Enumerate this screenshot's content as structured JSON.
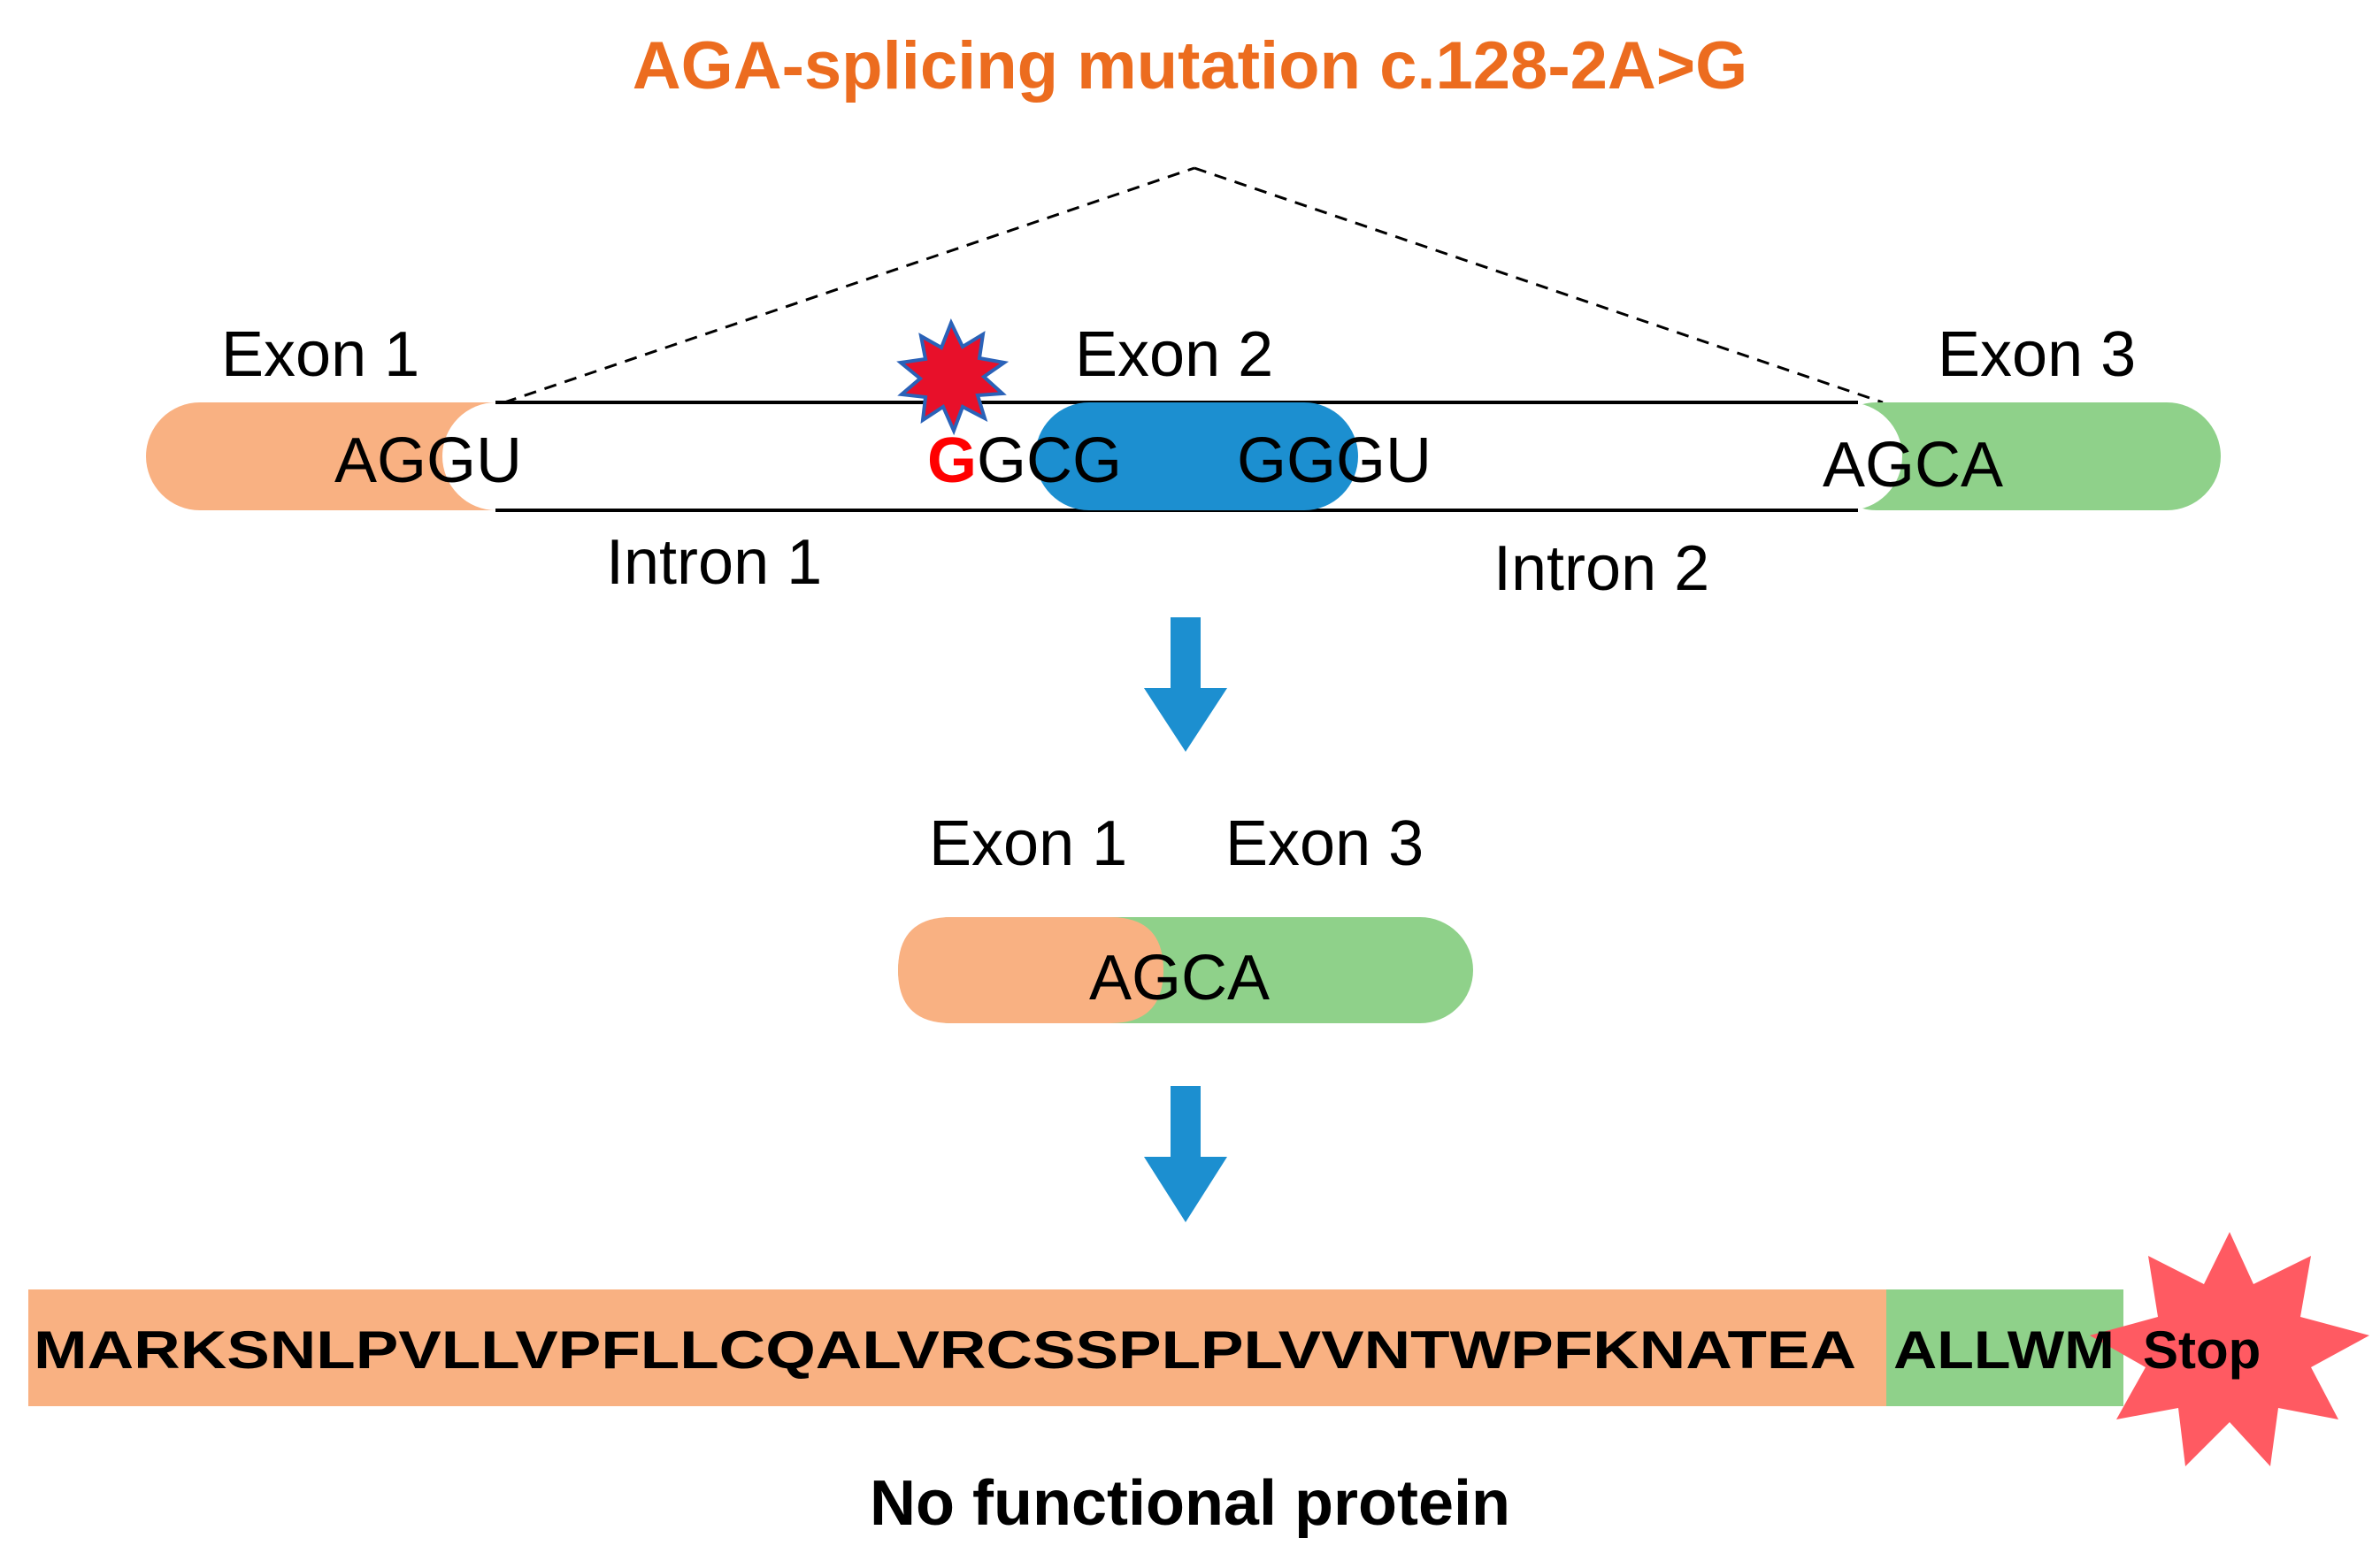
{
  "title": "AGA-splicing mutation c.128-2A>G",
  "premrna": {
    "exon1_label": "Exon 1",
    "exon2_label": "Exon 2",
    "exon3_label": "Exon 3",
    "intron1_label": "Intron 1",
    "intron2_label": "Intron 2",
    "exon1_seq_a": "AG",
    "exon1_seq_b": "GU",
    "mutated_base": "G",
    "exon2_seq_a": "GCG",
    "exon2_seq_b": "GGGU",
    "exon3_seq": "AGCA"
  },
  "mrna": {
    "exon1_label": "Exon 1",
    "exon3_label": "Exon 3",
    "junction_seq": "AGCA"
  },
  "protein": {
    "exon1_part": "MARKSNLPVLLVPFLLCQALVRCSSPLPLVVNTWPFKNATEA",
    "exon3_part": "ALLWM",
    "stop_label": "Stop"
  },
  "conclusion": "No functional protein",
  "colors": {
    "title": "#ec6c1f",
    "exon1": "#f9b182",
    "exon2": "#1c8fd0",
    "exon3": "#8fd18a",
    "mutation": "#ff0000",
    "mutation_burst": "#e8102a",
    "burst_outline": "#2a62b8",
    "arrow": "#1c8fd0",
    "stop_burst": "#ff5a62"
  },
  "icons": {
    "mutation_marker": "starburst-icon",
    "stop_marker": "starburst-icon",
    "arrow": "down-arrow-icon"
  }
}
